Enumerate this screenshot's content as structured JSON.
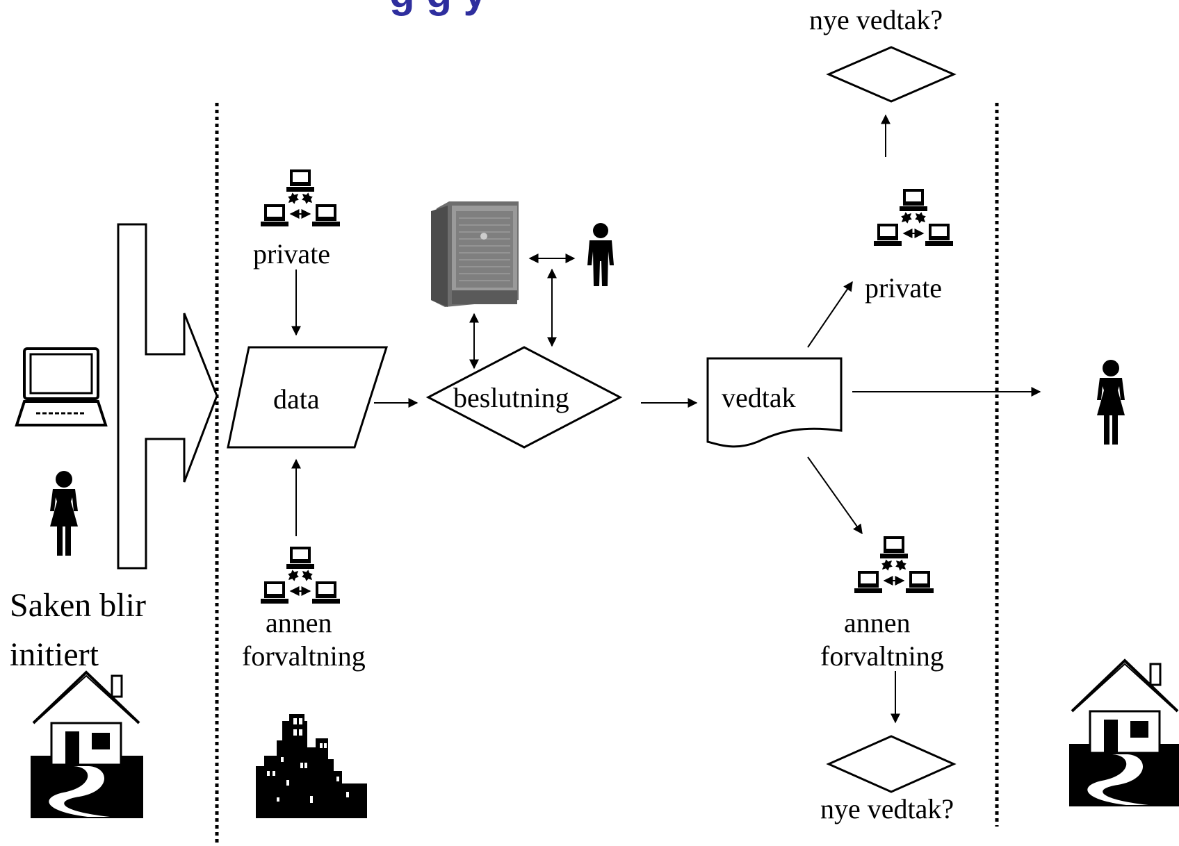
{
  "title_fragment": "g              g y",
  "colors": {
    "title": "#2e2e9e",
    "ink": "#000000"
  },
  "labels": {
    "private_left": "private",
    "data": "data",
    "beslutning": "beslutning",
    "vedtak": "vedtak",
    "private_right": "private",
    "annen_left_1": "annen",
    "annen_left_2": "forvaltning",
    "annen_right_1": "annen",
    "annen_right_2": "forvaltning",
    "nye_vedtak_top": "nye vedtak?",
    "nye_vedtak_bottom": "nye vedtak?",
    "saken_1": "Saken blir",
    "saken_2": "initiert"
  },
  "icons": {
    "network": "network-icon",
    "server": "server-tower-icon",
    "person_man": "man-icon",
    "person_woman": "woman-icon",
    "laptop": "laptop-icon",
    "house": "house-icon",
    "city": "city-icon"
  }
}
